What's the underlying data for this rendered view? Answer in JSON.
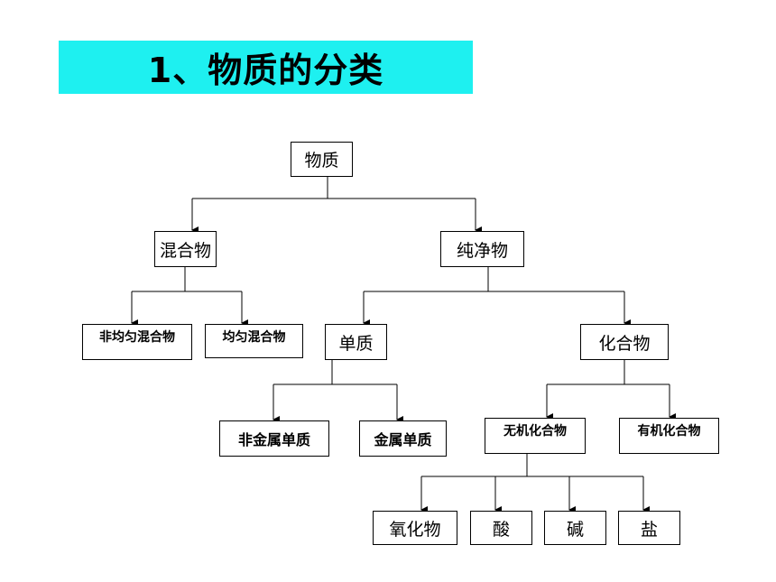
{
  "title": "1、物质的分类",
  "nodes": {
    "matter": "物质",
    "mixture": "混合物",
    "pure": "纯净物",
    "nonuniform_mixture": "非均匀混合物",
    "uniform_mixture": "均匀混合物",
    "element": "单质",
    "compound": "化合物",
    "nonmetal_element": "非金属单质",
    "metal_element": "金属单质",
    "inorganic": "无机化合物",
    "organic": "有机化合物",
    "oxide": "氧化物",
    "acid": "酸",
    "base": "碱",
    "salt": "盐"
  },
  "colors": {
    "title_background": "#1ef0f0",
    "line": "#000000"
  }
}
